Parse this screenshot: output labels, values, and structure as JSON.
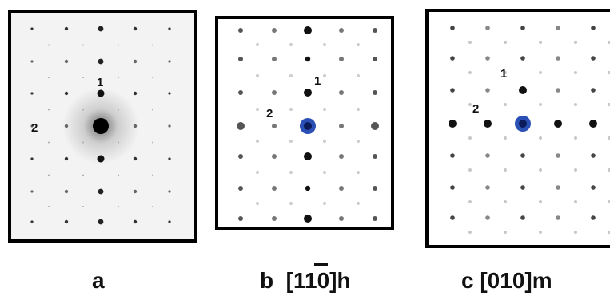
{
  "panels": {
    "a": {
      "caption": "a",
      "labels": [
        {
          "text": "1"
        },
        {
          "text": "2"
        }
      ]
    },
    "b": {
      "caption_prefix": "b  [1",
      "caption_barred": "1",
      "caption_suffix": "0]h",
      "labels": [
        {
          "text": "1"
        },
        {
          "text": "2"
        }
      ]
    },
    "c": {
      "caption": "c [010]m",
      "labels": [
        {
          "text": "1"
        },
        {
          "text": "2"
        }
      ]
    }
  },
  "colors": {
    "frame": "#000000",
    "spot": "#111111",
    "central_marker": "#2a4fb5"
  }
}
